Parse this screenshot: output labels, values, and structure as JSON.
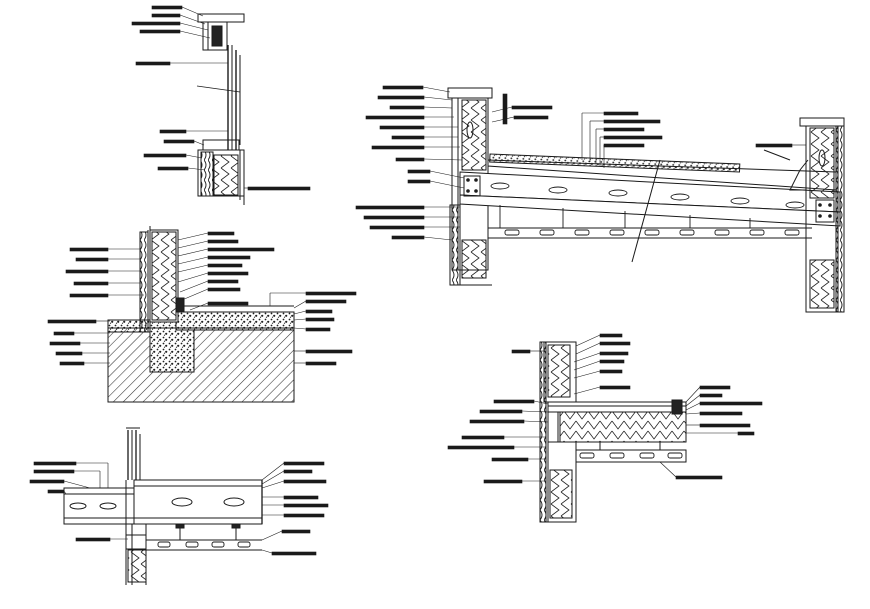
{
  "sheet": {
    "background": "#ffffff",
    "ink": "#1a1a1a",
    "details": [
      {
        "id": "window-wall-section",
        "label_count": 10
      },
      {
        "id": "roof-slope-section",
        "label_count": 30
      },
      {
        "id": "wall-foundation-footing-section",
        "label_count": 26
      },
      {
        "id": "floor-beam-connection-section",
        "label_count": 18
      },
      {
        "id": "intermediate-floor-section",
        "label_count": 22
      }
    ]
  }
}
